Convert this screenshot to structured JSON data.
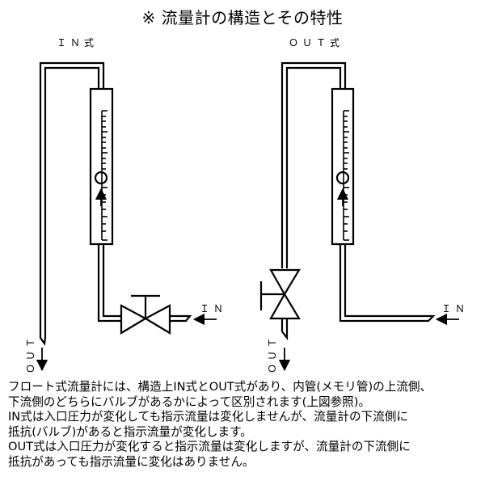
{
  "title": "※ 流量計の構造とその特性",
  "diagrams": [
    {
      "name": "IN式",
      "type_label": "ＩＮ式",
      "inlet_label": "ＩＮ",
      "outlet_label": "ＯＵＴ",
      "valve_position": "inlet (upstream of meter tube)"
    },
    {
      "name": "OUT式",
      "type_label": "ＯＵＴ式",
      "inlet_label": "ＩＮ",
      "outlet_label": "ＯＵＴ",
      "valve_position": "outlet (downstream of meter tube)"
    }
  ],
  "description": {
    "lines": [
      "フロート式流量計には、構造上IN式とOUT式があり、内管(メモリ管)の上流側、",
      "下流側のどちらにバルブがあるかによって区別されます(上図参照)。",
      "IN式は入口圧力が変化しても指示流量は変化しませんが、流量計の下流側に",
      "抵抗(バルブ)があると指示流量が変化します。",
      "OUT式は入口圧力が変化すると指示流量は変化しますが、流量計の下流側に",
      "抵抗があっても指示流量に変化はありません。"
    ]
  }
}
